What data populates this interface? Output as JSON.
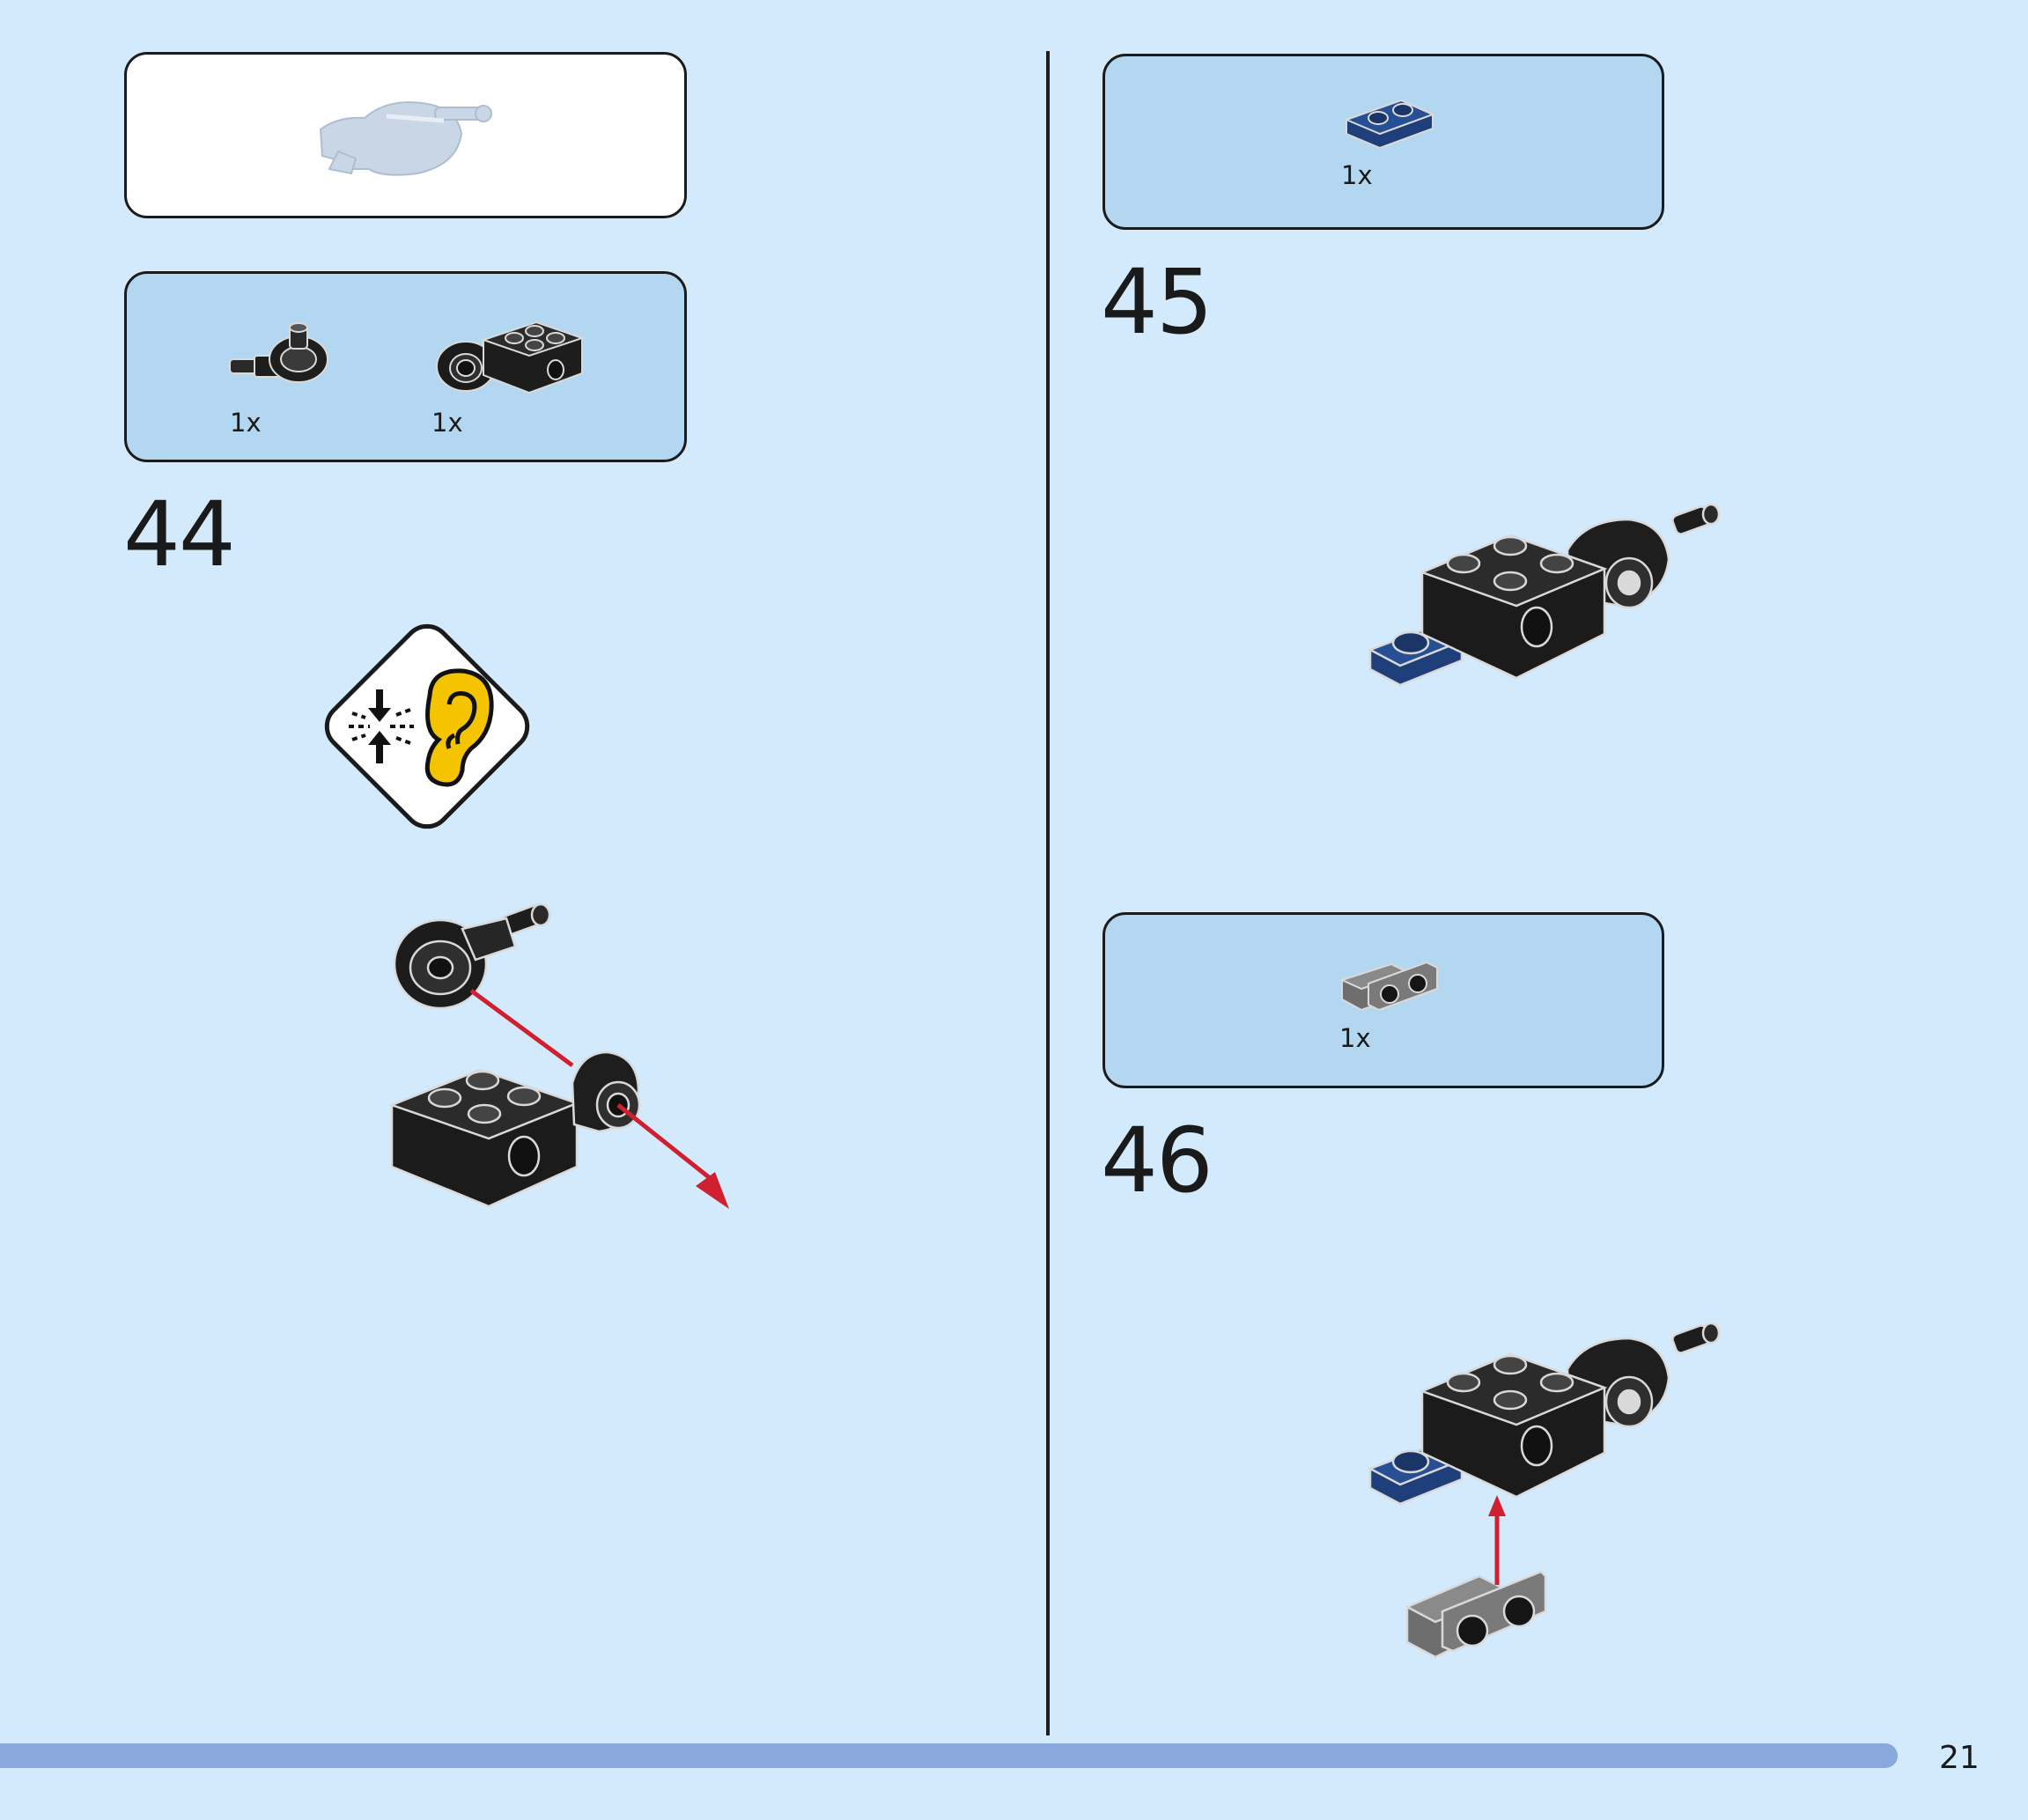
{
  "left_column": {
    "submodel_preview": {
      "icon": "assembled-submodel-preview"
    },
    "parts_box": {
      "items": [
        {
          "icon": "ball-joint-axle-part",
          "qty": "1x"
        },
        {
          "icon": "brick-with-socket-part",
          "qty": "1x"
        }
      ]
    },
    "step": {
      "number": "44"
    },
    "notice": {
      "icon": "click-sound-warning-icon"
    }
  },
  "right_column": {
    "parts_box_top": {
      "items": [
        {
          "icon": "dark-blue-plate-1x2-part",
          "qty": "1x"
        }
      ]
    },
    "step_top": {
      "number": "45"
    },
    "parts_box_bottom": {
      "items": [
        {
          "icon": "gray-bracket-plate-part",
          "qty": "1x"
        }
      ]
    },
    "step_bottom": {
      "number": "46"
    }
  },
  "footer": {
    "page_number": "21"
  },
  "colors": {
    "background": "#d2eafb",
    "parts_box": "#b3d7f1",
    "footer_bar": "#89a9dc",
    "arrow": "#d0202f",
    "warning_yellow": "#f5c400",
    "dark_blue_part": "#1e3f7a"
  }
}
